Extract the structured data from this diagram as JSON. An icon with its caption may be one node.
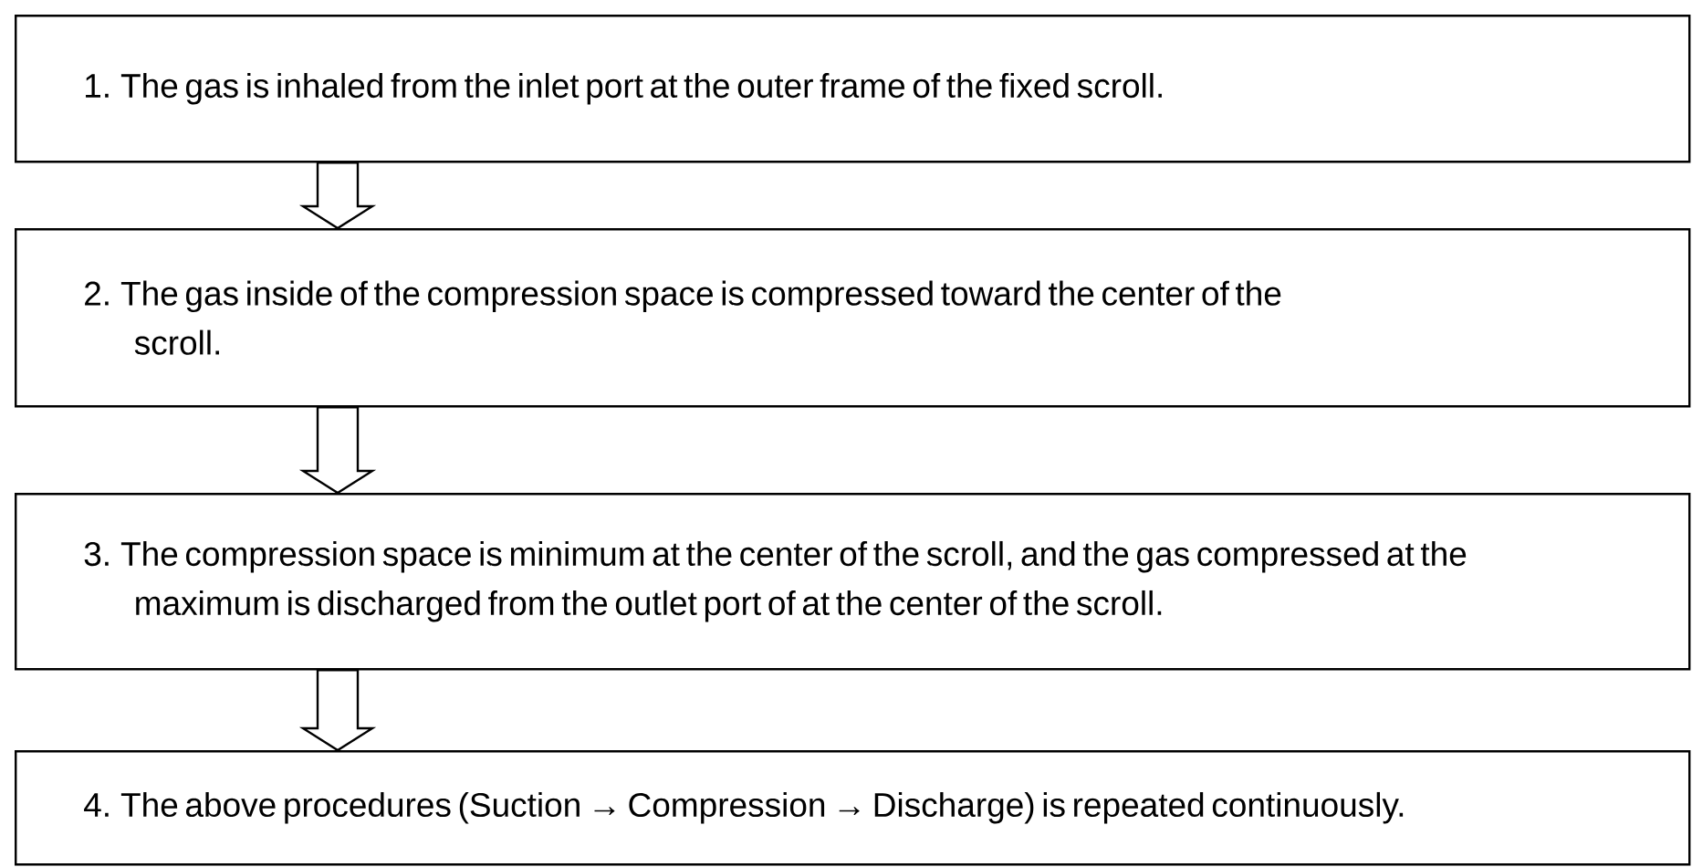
{
  "diagram": {
    "nodes": [
      {
        "text": [
          "1. The gas is inhaled from the inlet port at the outer frame of the fixed scroll."
        ]
      },
      {
        "text": [
          "2. The gas inside of the compression space is compressed toward the center of the scroll."
        ]
      },
      {
        "text": [
          "3. The compression space is minimum at the center of the scroll, and the gas compressed at the maximum is discharged from the outlet port of at the center of the scroll."
        ]
      },
      {
        "text": [
          "4. The above procedures (Suction → Compression → Discharge) is repeated continuously."
        ]
      }
    ],
    "edges": [
      {
        "from": 0,
        "to": 1,
        "arrow": "to"
      },
      {
        "from": 1,
        "to": 2,
        "arrow": "to"
      },
      {
        "from": 2,
        "to": 3,
        "arrow": "to"
      }
    ]
  }
}
